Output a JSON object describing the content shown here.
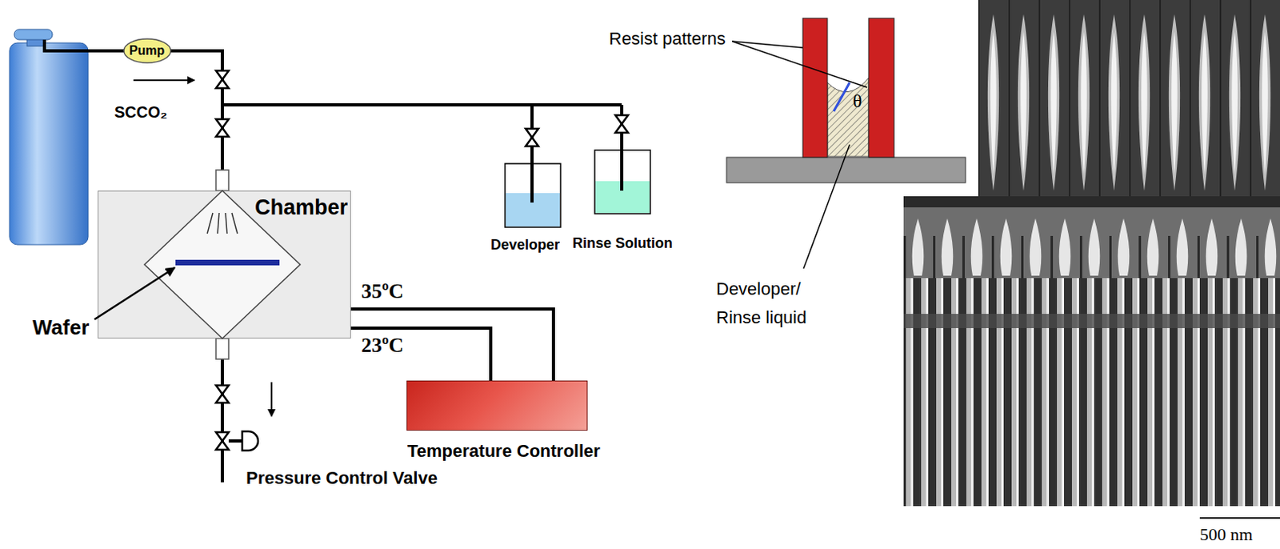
{
  "diagram": {
    "nodes": [
      {
        "text": [
          "Pump"
        ]
      },
      {
        "text": [
          "Chamber"
        ]
      },
      {
        "text": [
          "Temperature Controller"
        ]
      }
    ],
    "edges": [
      {
        "from": 2,
        "to": 1,
        "arrow": "none",
        "label": "35ºC"
      },
      {
        "from": 2,
        "to": 1,
        "arrow": "none",
        "label": "23ºC"
      }
    ],
    "labels": [
      "SCCO₂",
      "Wafer",
      "Developer",
      "Rinse Solution",
      "Pressure Control Valve",
      "Resist patterns",
      "θ",
      "Developer/ Rinse liquid",
      "500 nm"
    ]
  }
}
